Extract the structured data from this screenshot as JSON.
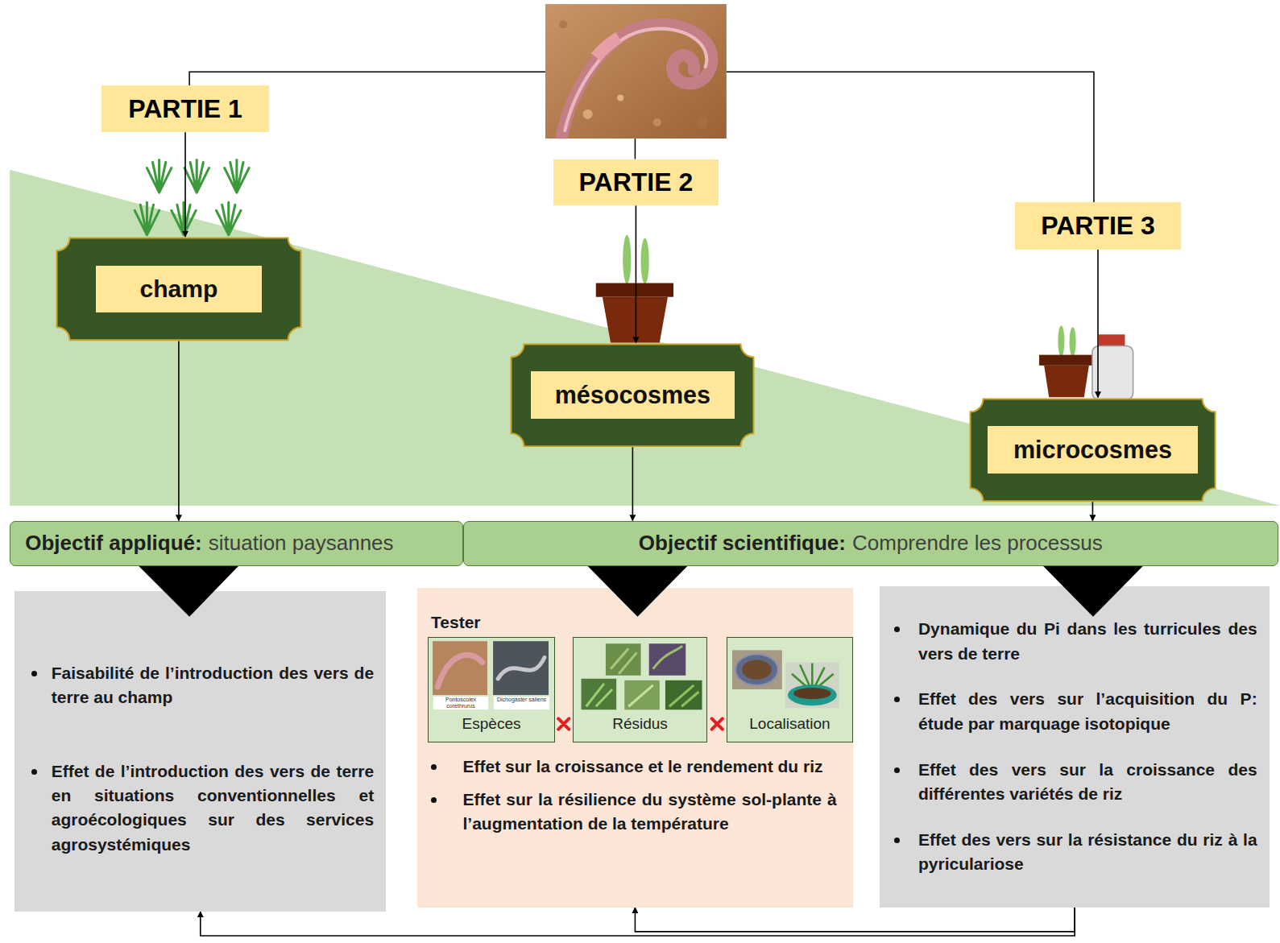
{
  "diagram": {
    "nodes": [
      {
        "text": [
          "PARTIE 1"
        ]
      },
      {
        "text": [
          "champ"
        ]
      },
      {
        "text": [
          "PARTIE 2"
        ]
      },
      {
        "text": [
          "mésocosmes"
        ]
      },
      {
        "text": [
          "PARTIE 3"
        ]
      },
      {
        "text": [
          "microcosmes"
        ]
      },
      {
        "text": [
          "Objectif appliqué:",
          "situation paysannes"
        ]
      },
      {
        "text": [
          "Objectif scientifique:",
          "Comprendre les processus"
        ]
      },
      {
        "text": [
          "Faisabilité de l’introduction des vers de terre au champ",
          "Effet de l’introduction des vers de terre en situations conventionnelles et agroécologiques sur des services agrosystémiques"
        ]
      },
      {
        "text": [
          "Tester",
          "Effet sur la croissance et le rendement du riz",
          "Effet sur la résilience du système sol-plante à l’augmentation de la température"
        ]
      },
      {
        "text": [
          "Pontoscolex corethrurus",
          "Dichogaster saliens",
          "Espèces"
        ],
        "in": 9
      },
      {
        "text": [
          "Résidus"
        ],
        "in": 9
      },
      {
        "text": [
          "Localisation"
        ],
        "in": 9
      },
      {
        "text": [
          "Dynamique du Pi dans les turricules des vers de terre",
          "Effet des vers sur l’acquisition du P: étude par marquage isotopique",
          "Effet des vers sur la croissance des différentes variétés de riz",
          "Effet des vers sur la résistance du riz à la pyriculariose"
        ]
      }
    ],
    "edges": [
      {
        "from": 0,
        "to": 1,
        "arrow": "to"
      },
      {
        "from": 1,
        "to": 6,
        "arrow": "to"
      },
      {
        "from": 2,
        "to": 3,
        "arrow": "to"
      },
      {
        "from": 3,
        "to": 7,
        "arrow": "to"
      },
      {
        "from": 4,
        "to": 5,
        "arrow": "to"
      },
      {
        "from": 5,
        "to": 7,
        "arrow": "to"
      },
      {
        "from": 13,
        "to": 8,
        "arrow": "to"
      },
      {
        "from": 13,
        "to": 9,
        "arrow": "to"
      }
    ]
  }
}
